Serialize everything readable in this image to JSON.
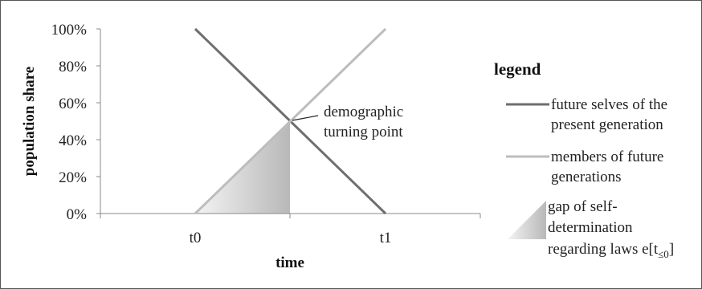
{
  "chart_data": {
    "type": "line",
    "xlabel": "time",
    "ylabel": "population share",
    "x_ticks": [
      "t0",
      "t1"
    ],
    "y_ticks": [
      "0%",
      "20%",
      "40%",
      "60%",
      "80%",
      "100%"
    ],
    "ylim": [
      0,
      100
    ],
    "series": [
      {
        "name": "future selves of the present generation",
        "color": "#6e6e6e",
        "points": [
          {
            "x": "t0",
            "y": 100
          },
          {
            "x": "t1",
            "y": 0
          }
        ]
      },
      {
        "name": "members of future generations",
        "color": "#bdbdbd",
        "points": [
          {
            "x": "t0",
            "y": 0
          },
          {
            "x": "t1",
            "y": 100
          }
        ]
      }
    ],
    "shaded_area": {
      "name_lines": [
        "gap of self-",
        "determination",
        "regarding laws e[t",
        "≤0",
        "]"
      ],
      "points": [
        {
          "x": "t0",
          "y": 0
        },
        {
          "x": "midpoint",
          "y": 50
        },
        {
          "x": "midpoint",
          "y": 0
        }
      ]
    },
    "annotation": {
      "lines": [
        "demographic",
        "turning point"
      ],
      "x": "midpoint",
      "y": 50
    },
    "legend": {
      "title": "legend",
      "placement": "right",
      "entries": [
        {
          "lines": [
            "future selves of the",
            "present generation"
          ]
        },
        {
          "lines": [
            "members of future",
            "generations"
          ]
        }
      ]
    },
    "grid": false
  }
}
